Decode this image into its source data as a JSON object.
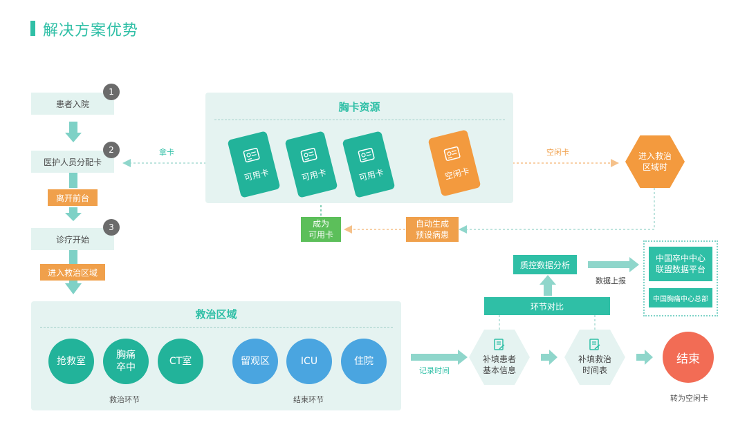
{
  "title": "解决方案优势",
  "left_flow": {
    "steps": [
      {
        "number": "1",
        "label": "患者入院"
      },
      {
        "number": "2",
        "label": "医护人员分配卡"
      },
      {
        "number": "3",
        "label": "诊疗开始"
      }
    ],
    "leave_front_desk": "离开前台",
    "enter_area": "进入救治区域"
  },
  "chest_card_pool": {
    "title": "胸卡资源",
    "cards": [
      {
        "label": "可用卡",
        "color": "#22b39a"
      },
      {
        "label": "可用卡",
        "color": "#22b39a"
      },
      {
        "label": "可用卡",
        "color": "#22b39a"
      },
      {
        "label": "空闲卡",
        "color": "#f39a3e"
      }
    ],
    "take_card": "拿卡",
    "idle_card": "空闲卡"
  },
  "enter_area_time": "进入救治区域时",
  "become_available": "成为\n可用卡",
  "auto_generate": "自动生成\n预设病患",
  "treatment_area": {
    "title": "救治区域",
    "treatment_units": [
      "抢救室",
      "胸痛\n卒中",
      "CT室"
    ],
    "end_units": [
      "留观区",
      "ICU",
      "住院"
    ],
    "treatment_label": "救治环节",
    "end_label": "结束环节"
  },
  "record_time": "记录时间",
  "fill_patient_info": "补填患者\n基本信息",
  "fill_treatment_schedule": "补填救治\n时间表",
  "stage_compare": "环节对比",
  "qc_analysis": "质控数据分析",
  "data_report": "数据上报",
  "platforms": [
    "中国卒中中心\n联盟数据平台",
    "中国胸痛中心总部"
  ],
  "end": {
    "label": "结束",
    "sub": "转为空闲卡"
  },
  "colors": {
    "teal": "#2fbfa6",
    "orange": "#f0a04b",
    "green": "#5cbf5a",
    "blue": "#4aa5e0",
    "end_red": "#f26c55"
  },
  "icons": [
    "id-card-icon",
    "document-edit-icon",
    "arrow-down-icon",
    "arrow-right-icon",
    "arrow-up-icon"
  ]
}
